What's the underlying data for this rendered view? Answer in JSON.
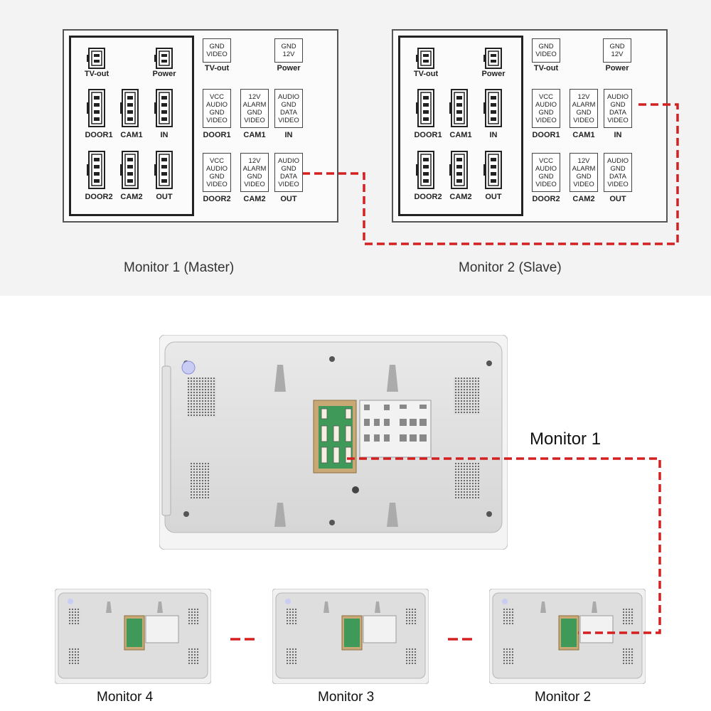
{
  "wiring": {
    "ports": {
      "tv_out": "TV-out",
      "power": "Power",
      "door1": "DOOR1",
      "cam1": "CAM1",
      "in": "IN",
      "door2": "DOOR2",
      "cam2": "CAM2",
      "out": "OUT"
    },
    "terminals": {
      "tv_out": [
        "GND",
        "VIDEO"
      ],
      "power": [
        "GND",
        "12V"
      ],
      "door": [
        "VCC",
        "AUDIO",
        "GND",
        "VIDEO"
      ],
      "cam": [
        "12V",
        "ALARM",
        "GND",
        "VIDEO"
      ],
      "io": [
        "AUDIO",
        "GND",
        "DATA",
        "VIDEO"
      ]
    },
    "monitor1_caption": "Monitor 1 (Master)",
    "monitor2_caption": "Monitor 2 (Slave)",
    "wire_color": "#d42020"
  },
  "chain": {
    "monitor1": "Monitor 1",
    "monitor2": "Monitor 2",
    "monitor3": "Monitor 3",
    "monitor4": "Monitor 4"
  }
}
